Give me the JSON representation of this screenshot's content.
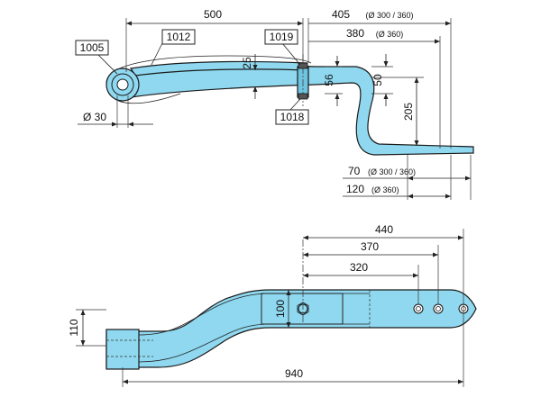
{
  "callouts": {
    "c1005": "1005",
    "c1012": "1012",
    "c1019": "1019",
    "c1018": "1018"
  },
  "dimensions": {
    "top_500": "500",
    "top_405": "405",
    "top_405_note": "(Ø 300 / 360)",
    "top_380": "380",
    "top_380_note": "(Ø 360)",
    "v_25": "25",
    "v_56": "56",
    "v_50": "50",
    "v_205": "205",
    "dia_30": "Ø 30",
    "bot_70": "70",
    "bot_70_note": "(Ø 300 / 360)",
    "bot_120": "120",
    "bot_120_note": "(Ø 360)",
    "plan_440": "440",
    "plan_370": "370",
    "plan_320": "320",
    "plan_100": "100",
    "plan_110": "110",
    "plan_940": "940"
  },
  "colors": {
    "part_fill": "#8fd8ef",
    "part_shade": "#6fc4e0",
    "line": "#1a1a1a"
  }
}
